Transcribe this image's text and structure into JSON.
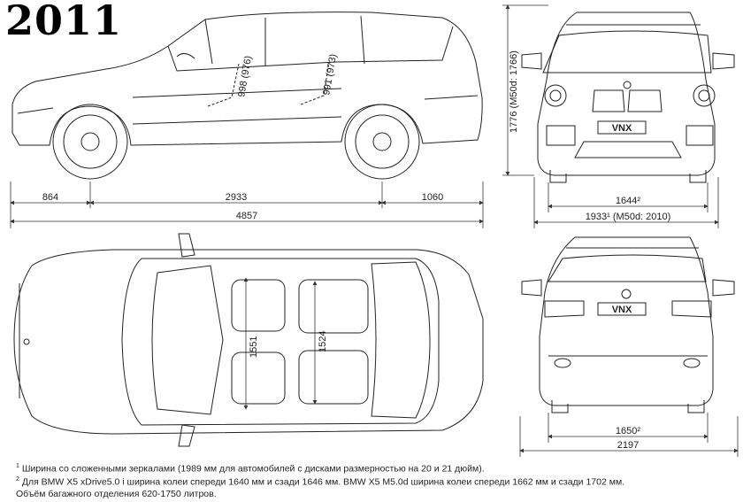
{
  "year": "2011",
  "dimensions": {
    "front_overhang": "864",
    "wheelbase": "2933",
    "rear_overhang": "1060",
    "length": "4857",
    "height": "1776 (M50d: 1766)",
    "front_track": "1644²",
    "width": "1933¹ (M50d: 2010)",
    "rear_track": "1650²",
    "width_mirrors": "2197",
    "headroom_front": "998 (976)",
    "headroom_rear": "991 (973)",
    "shoulder_front": "1551",
    "shoulder_rear": "1524"
  },
  "plates": {
    "front": "VNX",
    "rear": "VNX"
  },
  "footnotes": [
    {
      "mark": "1",
      "text": "Ширина со сложенными зеркалами (1989 мм для автомобилей с дисками размерностью на 20 и 21 дюйм)."
    },
    {
      "mark": "2",
      "text": "Для BMW X5 xDrive5.0 i ширина колеи спереди 1640 мм и сзади 1646 мм. BMW X5 M5.0d ширина колеи спереди 1662 мм и сзади 1702 мм."
    },
    {
      "mark": "",
      "text": "Объём багажного отделения 620-1750 литров."
    }
  ]
}
